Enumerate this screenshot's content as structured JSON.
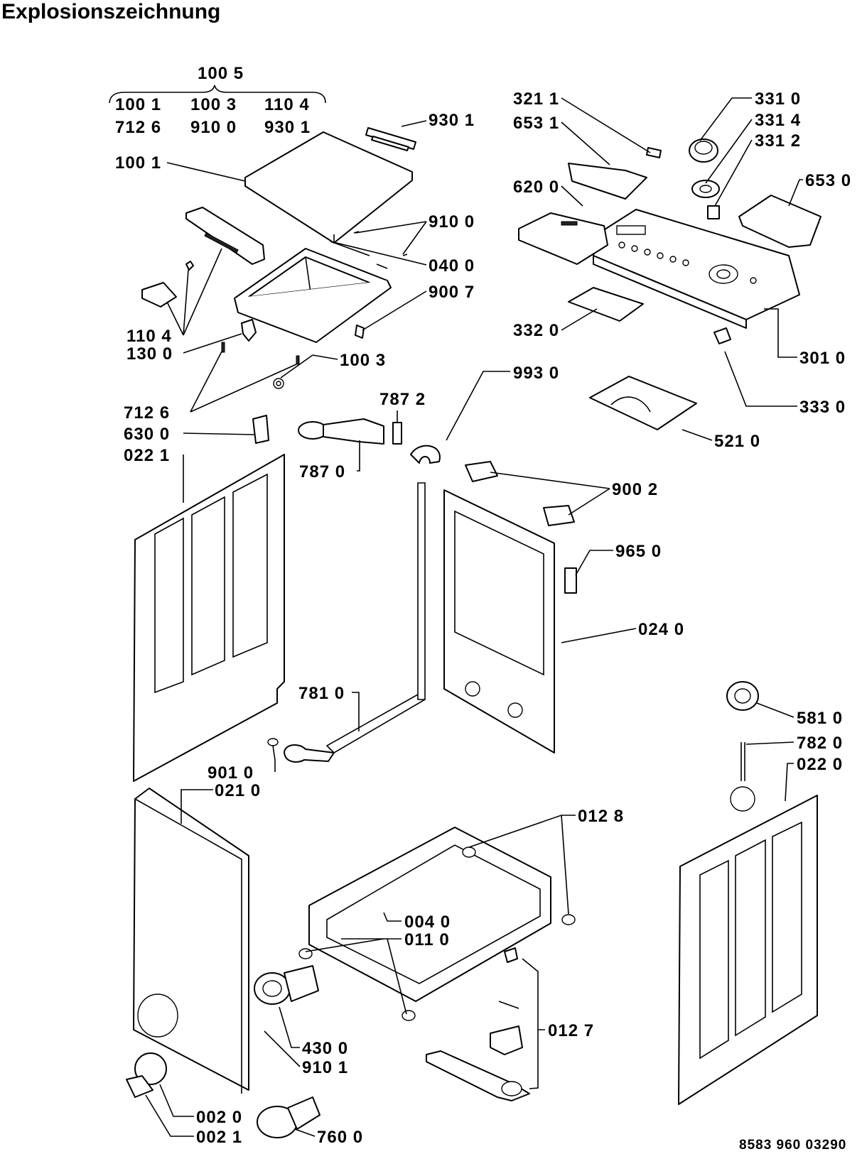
{
  "title": "Explosionszeichnung",
  "document_number": "8583 960 03290",
  "labels": {
    "l_100_5": "100 5",
    "l_100_1a": "100 1",
    "l_100_3a": "100 3",
    "l_110_4a": "110 4",
    "l_712_6a": "712 6",
    "l_910_0a": "910 0",
    "l_930_1a": "930 1",
    "l_930_1b": "930 1",
    "l_100_1b": "100 1",
    "l_910_0b": "910 0",
    "l_040_0": "040 0",
    "l_900_7": "900 7",
    "l_110_4b": "110 4",
    "l_130_0": "130 0",
    "l_100_3b": "100 3",
    "l_712_6b": "712 6",
    "l_630_0": "630 0",
    "l_022_1": "022 1",
    "l_787_2": "787 2",
    "l_787_0": "787 0",
    "l_993_0": "993 0",
    "l_321_1": "321 1",
    "l_653_1": "653 1",
    "l_620_0": "620 0",
    "l_331_0": "331 0",
    "l_331_4": "331 4",
    "l_331_2": "331 2",
    "l_653_0": "653 0",
    "l_332_0": "332 0",
    "l_301_0": "301 0",
    "l_333_0": "333 0",
    "l_521_0": "521 0",
    "l_900_2": "900 2",
    "l_965_0": "965 0",
    "l_024_0": "024 0",
    "l_781_0": "781 0",
    "l_901_0": "901 0",
    "l_021_0": "021 0",
    "l_581_0": "581 0",
    "l_782_0": "782 0",
    "l_022_0": "022 0",
    "l_012_8": "012 8",
    "l_004_0": "004 0",
    "l_011_0": "011 0",
    "l_012_7": "012 7",
    "l_430_0": "430 0",
    "l_910_1": "910 1",
    "l_002_0": "002 0",
    "l_002_1": "002 1",
    "l_760_0": "760 0"
  }
}
